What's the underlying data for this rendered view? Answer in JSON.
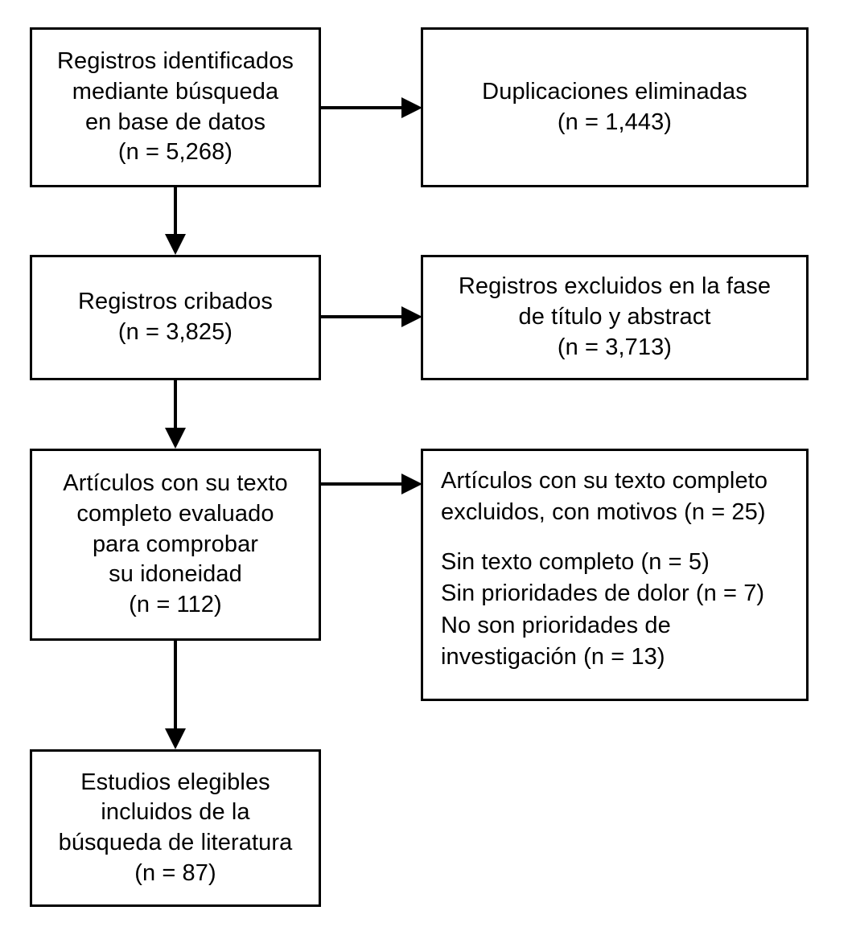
{
  "diagram": {
    "type": "prisma-flow-diagram",
    "language": "es",
    "background_color": "#ffffff",
    "line_color": "#000000",
    "text_color": "#000000",
    "nodes": [
      {
        "id": "identified",
        "lines": [
          "Registros identificados",
          "mediante búsqueda",
          "en base de datos",
          "(n = 5,268)"
        ],
        "count_label": "(n = 5,268)",
        "count": 5268
      },
      {
        "id": "duplicates-removed",
        "lines": [
          "Duplicaciones eliminadas",
          "(n = 1,443)"
        ],
        "count_label": "(n = 1,443)",
        "count": 1443
      },
      {
        "id": "screened",
        "lines": [
          "Registros cribados",
          "(n = 3,825)"
        ],
        "count_label": "(n = 3,825)",
        "count": 3825
      },
      {
        "id": "excluded-title-abstract",
        "lines": [
          "Registros excluidos en la fase",
          "de título y abstract",
          "(n = 3,713)"
        ],
        "count_label": "(n = 3,713)",
        "count": 3713
      },
      {
        "id": "fulltext-assessed",
        "lines": [
          "Artículos con su texto",
          "completo evaluado",
          "para comprobar",
          "su idoneidad",
          "(n = 112)"
        ],
        "count_label": "(n = 112)",
        "count": 112
      },
      {
        "id": "fulltext-excluded",
        "lines": [
          "Artículos con su texto completo",
          "excluidos, con motivos (n = 25)",
          "",
          "Sin texto completo (n = 5)",
          "Sin prioridades de dolor (n = 7)",
          "No son prioridades de",
          "investigación (n = 13)"
        ],
        "count_label": "(n = 25)",
        "count": 25,
        "reasons": [
          {
            "label": "Sin texto completo (n = 5)",
            "count": 5
          },
          {
            "label": "Sin prioridades de dolor (n = 7)",
            "count": 7
          },
          {
            "label": "No son prioridades de investigación (n = 13)",
            "count": 13
          }
        ]
      },
      {
        "id": "included",
        "lines": [
          "Estudios elegibles",
          "incluidos de la",
          "búsqueda de literatura",
          "(n = 87)"
        ],
        "count_label": "(n = 87)",
        "count": 87
      }
    ]
  }
}
